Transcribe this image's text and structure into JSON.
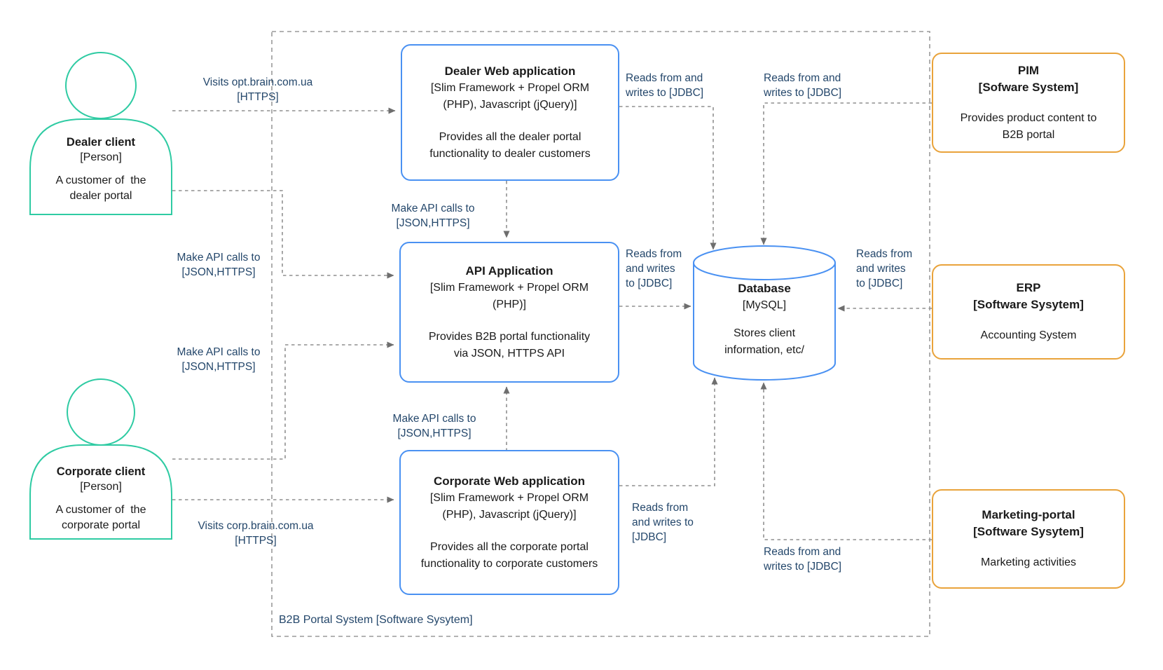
{
  "diagram": {
    "boundary_label": "B2B Portal System [Software Sysytem]",
    "colors": {
      "container_border": "#4a91f2",
      "external_border": "#e9a33b",
      "person_outline": "#2fcba3",
      "edge_line": "#8f8f8f",
      "edge_text": "#24476b",
      "node_text": "#1a1a1a"
    }
  },
  "actors": {
    "dealer": {
      "name": "Dealer client",
      "type": "[Person]",
      "desc": "A customer of  the\ndealer portal"
    },
    "corporate": {
      "name": "Corporate client",
      "type": "[Person]",
      "desc": "A customer of  the\ncorporate portal"
    }
  },
  "containers": {
    "dealer_web": {
      "title": "Dealer Web application",
      "tech": "[Slim Framework + Propel ORM\n(PHP), Javascript (jQuery)]",
      "desc": "Provides all the dealer portal\nfunctionality to dealer customers"
    },
    "api_app": {
      "title": "API Application",
      "tech": "[Slim Framework + Propel ORM\n(PHP)]",
      "desc": "Provides B2B portal functionality\nvia JSON, HTTPS API"
    },
    "corporate_web": {
      "title": "Corporate Web application",
      "tech": "[Slim Framework + Propel ORM\n(PHP), Javascript (jQuery)]",
      "desc": "Provides all the corporate portal\nfunctionality to corporate customers"
    },
    "database": {
      "title": "Database",
      "tech": "[MySQL]",
      "desc": "Stores client\ninformation, etc/"
    }
  },
  "external_systems": {
    "pim": {
      "title": "PIM\n[Sofware System]",
      "desc": "Provides product content to\nB2B portal"
    },
    "erp": {
      "title": "ERP\n[Software Sysytem]",
      "desc": "Accounting System"
    },
    "marketing": {
      "title": "Marketing-portal\n[Software Sysytem]",
      "desc": "Marketing activities"
    }
  },
  "edge_labels": {
    "visits_opt": "Visits opt.brain.com.ua\n[HTTPS]",
    "visits_corp": "Visits corp.brain.com.ua\n[HTTPS]",
    "api_calls_dealer": "Make API calls to\n[JSON,HTTPS]",
    "api_calls_corporate": "Make API calls to\n[JSON,HTTPS]",
    "api_calls_dealer_web": "Make API calls to\n[JSON,HTTPS]",
    "api_calls_corporate_web": "Make API calls to\n[JSON,HTTPS]",
    "rw_top_left": "Reads from and\nwrites to [JDBC]",
    "rw_top_right": "Reads from and\nwrites to [JDBC]",
    "rw_api_db": "Reads from\nand writes\nto [JDBC]",
    "rw_erp_db": "Reads from\nand writes\nto [JDBC]",
    "rw_corp_db": "Reads from\nand writes to\n[JDBC]",
    "rw_marketing_db": "Reads from and\nwrites to [JDBC]"
  }
}
